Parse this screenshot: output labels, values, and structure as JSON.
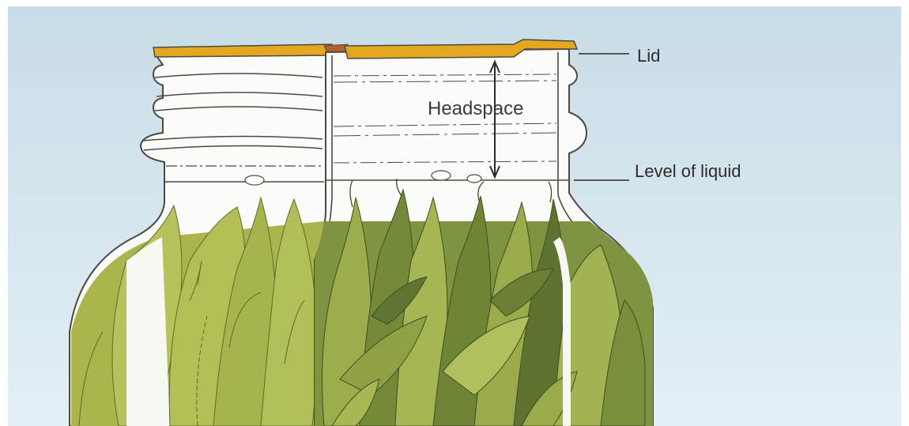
{
  "labels": {
    "lid": "Lid",
    "headspace": "Headspace",
    "level_of_liquid": "Level of liquid"
  },
  "colors": {
    "sky_top": "#c9dde8",
    "sky_bottom": "#e1eef5",
    "lid_gold": "#e3a81f",
    "lid_rust": "#b5612a",
    "leaf_olive": "#a8b548",
    "leaf_green": "#7f9440",
    "leaf_dark": "#5d7132",
    "glass": "#fbfcfa",
    "outline": "#4a4a40"
  },
  "icons": {
    "headspace_arrow": "double-headed-vertical-arrow",
    "callout_lines": "leader-line"
  }
}
